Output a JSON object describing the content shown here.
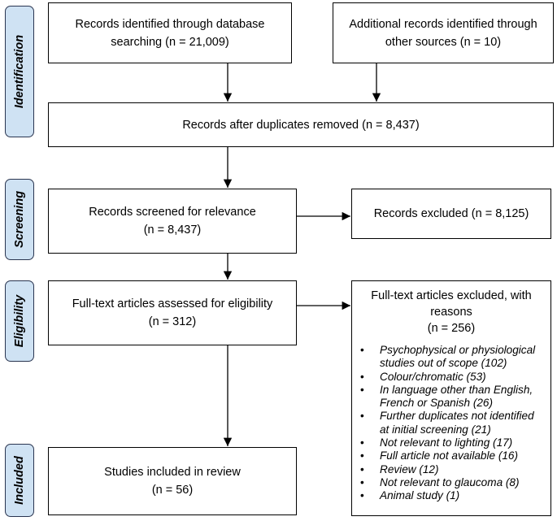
{
  "stages": {
    "identification": "Identification",
    "screening": "Screening",
    "eligibility": "Eligibility",
    "included": "Included"
  },
  "boxes": {
    "database_records": [
      "Records identified through database",
      "searching (n = 21,009)"
    ],
    "other_sources": [
      "Additional records identified through",
      "other sources (n = 10)"
    ],
    "after_duplicates": [
      "Records after duplicates removed (n = 8,437)"
    ],
    "screened": [
      "Records screened for relevance",
      "(n = 8,437)"
    ],
    "excluded": [
      "Records excluded (n = 8,125)"
    ],
    "fulltext": [
      "Full-text articles assessed for eligibility",
      "(n = 312)"
    ],
    "included": [
      "Studies included in review",
      "(n = 56)"
    ]
  },
  "fulltext_excluded": {
    "heading": [
      "Full-text articles excluded, with",
      "reasons",
      "(n = 256)"
    ],
    "reasons": [
      [
        "Psychophysical or physiological",
        "studies out of scope (102)"
      ],
      [
        "Colour/chromatic (53)"
      ],
      [
        "In language other than English,",
        "French or Spanish (26)"
      ],
      [
        "Further duplicates not identified",
        "at initial screening (21)"
      ],
      [
        "Not relevant to lighting (17)"
      ],
      [
        "Full article not available (16)"
      ],
      [
        "Review (12)"
      ],
      [
        "Not relevant to glaucoma (8)"
      ],
      [
        "Animal study (1)"
      ]
    ]
  }
}
